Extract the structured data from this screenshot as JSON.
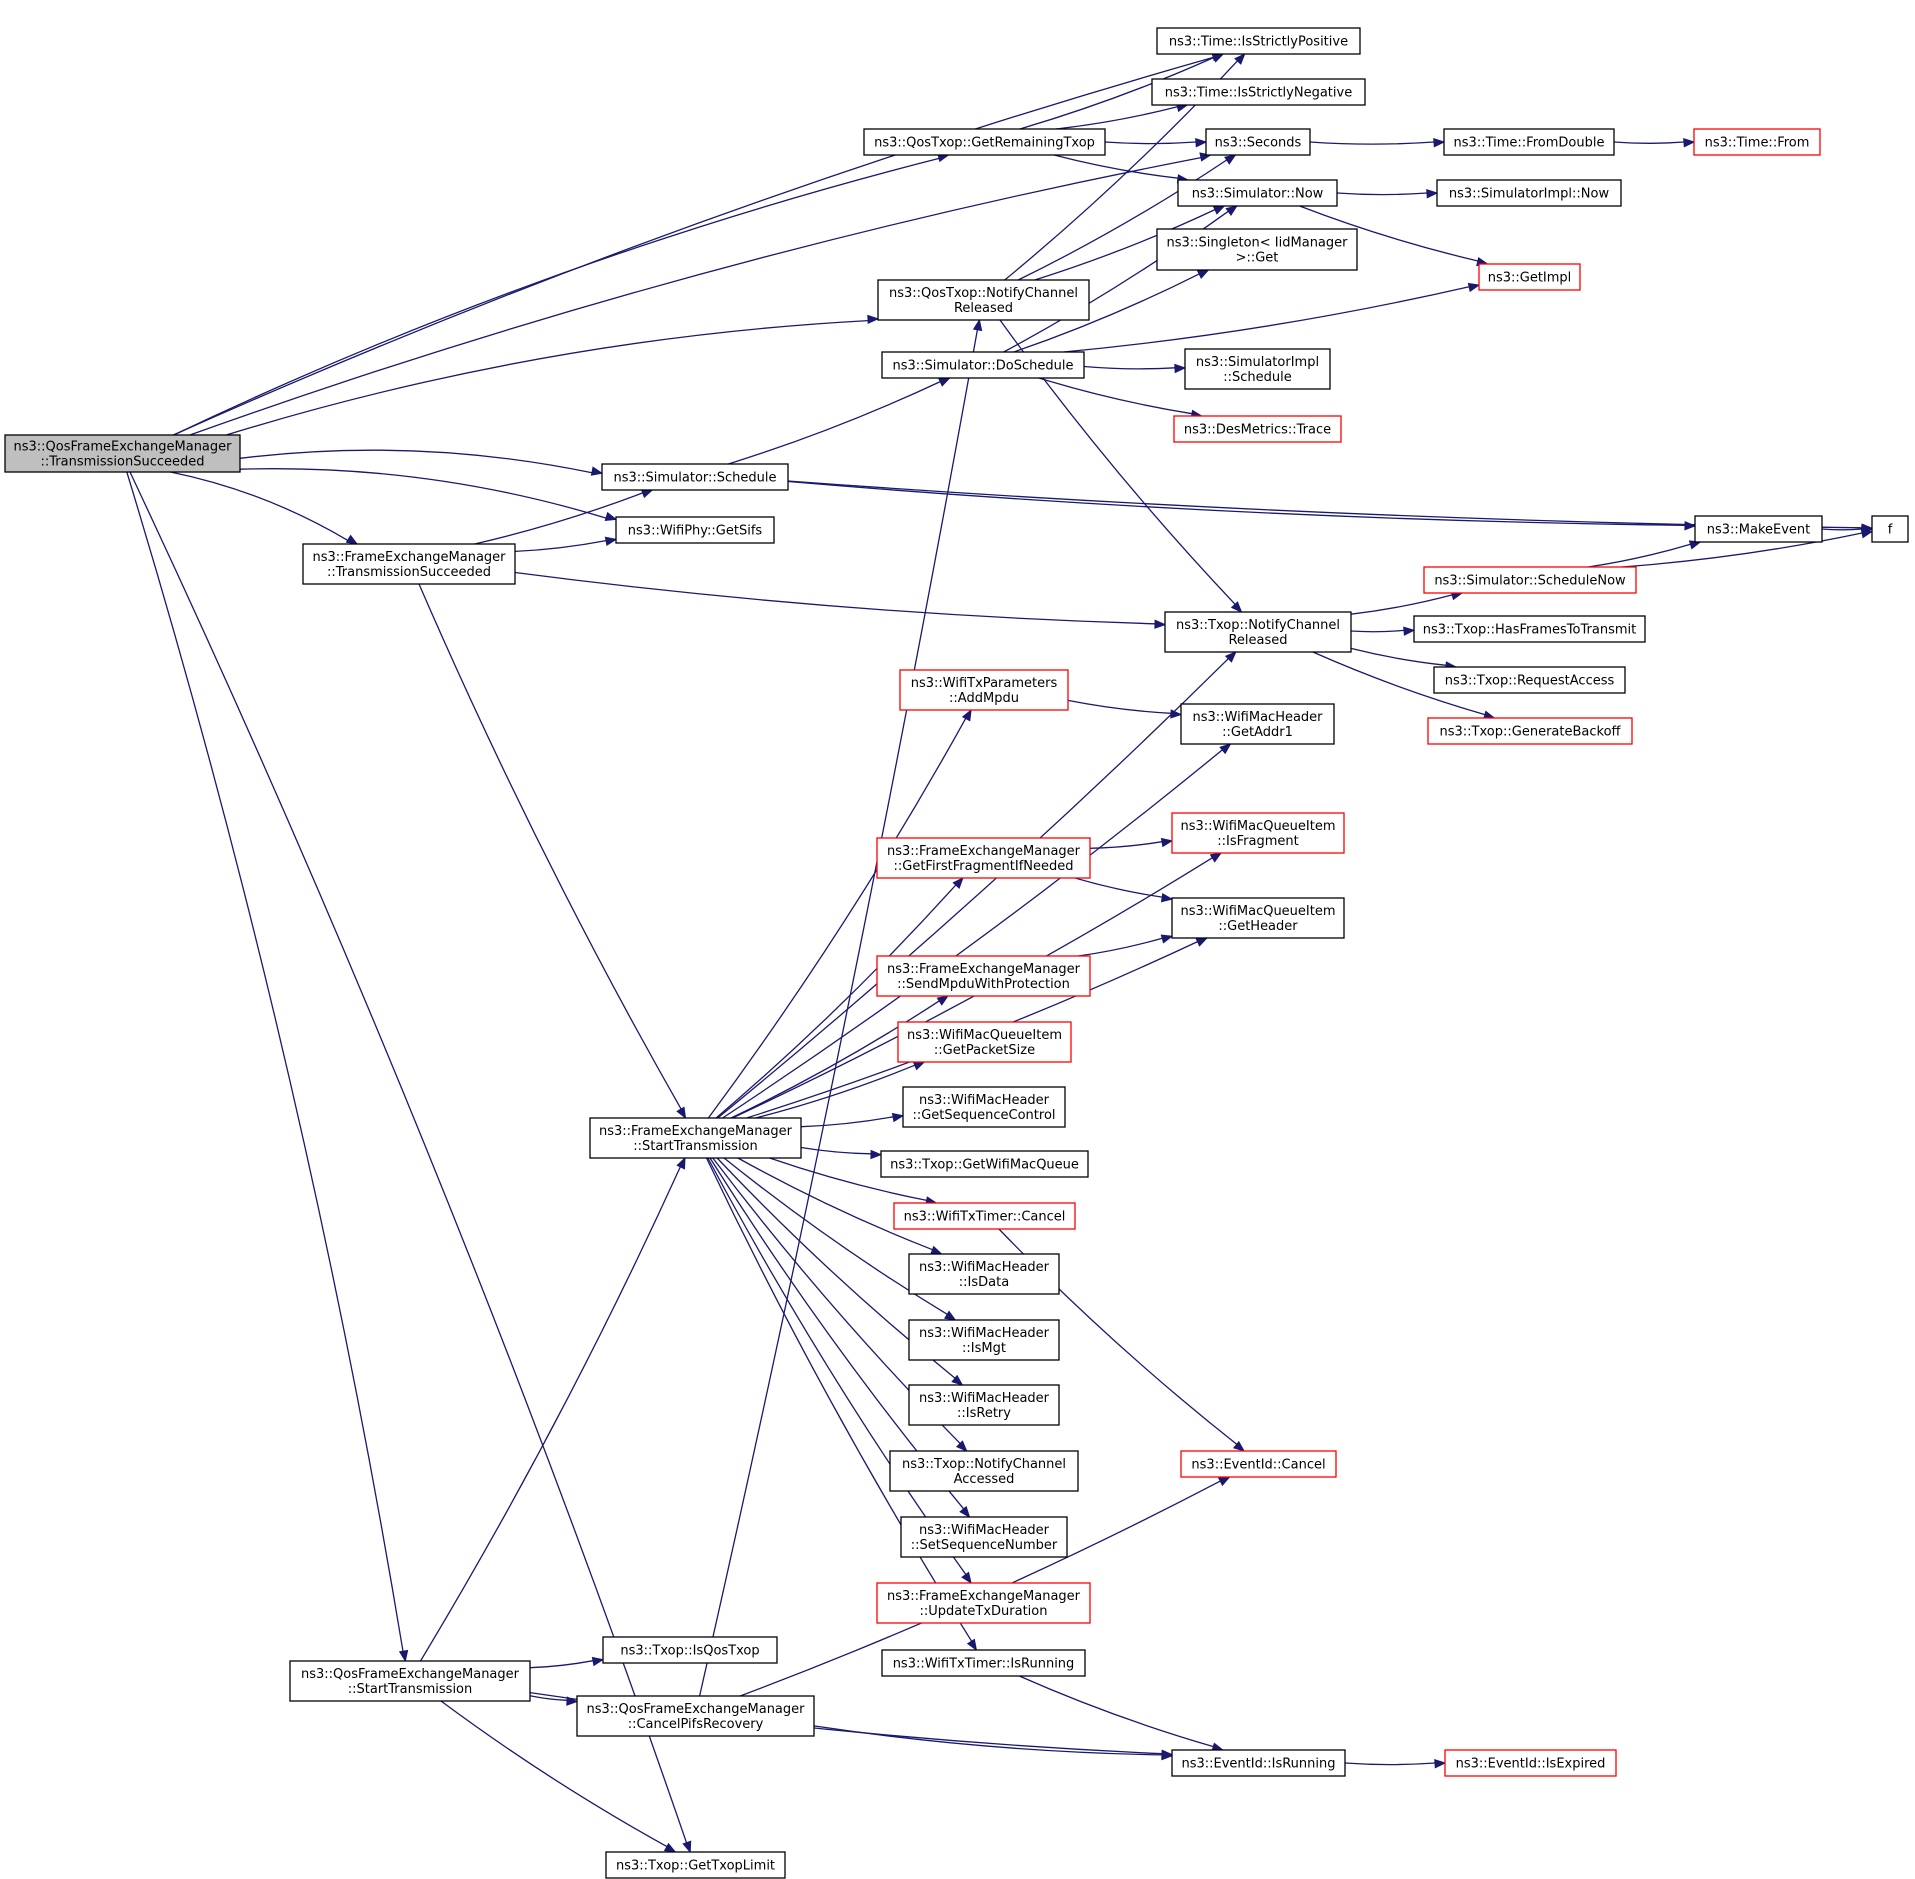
{
  "diagram": {
    "title": "",
    "nodes": [
      {
        "id": "root",
        "lines": [
          "ns3::QosFrameExchangeManager",
          "::TransmissionSucceeded"
        ],
        "style": "root"
      },
      {
        "id": "isStrictlyPositive",
        "lines": [
          "ns3::Time::IsStrictlyPositive"
        ],
        "style": "normal"
      },
      {
        "id": "isStrictlyNegative",
        "lines": [
          "ns3::Time::IsStrictlyNegative"
        ],
        "style": "normal"
      },
      {
        "id": "getRemainingTxop",
        "lines": [
          "ns3::QosTxop::GetRemainingTxop"
        ],
        "style": "normal"
      },
      {
        "id": "seconds",
        "lines": [
          "ns3::Seconds"
        ],
        "style": "normal"
      },
      {
        "id": "fromDouble",
        "lines": [
          "ns3::Time::FromDouble"
        ],
        "style": "normal"
      },
      {
        "id": "timeFrom",
        "lines": [
          "ns3::Time::From"
        ],
        "style": "red"
      },
      {
        "id": "simNow",
        "lines": [
          "ns3::Simulator::Now"
        ],
        "style": "normal"
      },
      {
        "id": "simImplNow",
        "lines": [
          "ns3::SimulatorImpl::Now"
        ],
        "style": "normal"
      },
      {
        "id": "singletonGet",
        "lines": [
          "ns3::Singleton< IidManager",
          " >::Get"
        ],
        "style": "normal"
      },
      {
        "id": "getImpl",
        "lines": [
          "ns3::GetImpl"
        ],
        "style": "red"
      },
      {
        "id": "qosNotifyChRel",
        "lines": [
          "ns3::QosTxop::NotifyChannel",
          "Released"
        ],
        "style": "normal"
      },
      {
        "id": "doSchedule",
        "lines": [
          "ns3::Simulator::DoSchedule"
        ],
        "style": "normal"
      },
      {
        "id": "simImplSchedule",
        "lines": [
          "ns3::SimulatorImpl",
          "::Schedule"
        ],
        "style": "normal"
      },
      {
        "id": "desTrace",
        "lines": [
          "ns3::DesMetrics::Trace"
        ],
        "style": "red"
      },
      {
        "id": "simSchedule",
        "lines": [
          "ns3::Simulator::Schedule"
        ],
        "style": "normal"
      },
      {
        "id": "getSifs",
        "lines": [
          "ns3::WifiPhy::GetSifs"
        ],
        "style": "normal"
      },
      {
        "id": "makeEvent",
        "lines": [
          "ns3::MakeEvent"
        ],
        "style": "normal"
      },
      {
        "id": "f",
        "lines": [
          "f"
        ],
        "style": "normal"
      },
      {
        "id": "femTransSucc",
        "lines": [
          "ns3::FrameExchangeManager",
          "::TransmissionSucceeded"
        ],
        "style": "normal"
      },
      {
        "id": "scheduleNow",
        "lines": [
          "ns3::Simulator::ScheduleNow"
        ],
        "style": "red"
      },
      {
        "id": "txopNotifyChRel",
        "lines": [
          "ns3::Txop::NotifyChannel",
          "Released"
        ],
        "style": "normal"
      },
      {
        "id": "hasFrames",
        "lines": [
          "ns3::Txop::HasFramesToTransmit"
        ],
        "style": "normal"
      },
      {
        "id": "requestAccess",
        "lines": [
          "ns3::Txop::RequestAccess"
        ],
        "style": "normal"
      },
      {
        "id": "genBackoff",
        "lines": [
          "ns3::Txop::GenerateBackoff"
        ],
        "style": "red"
      },
      {
        "id": "addMpdu",
        "lines": [
          "ns3::WifiTxParameters",
          "::AddMpdu"
        ],
        "style": "red"
      },
      {
        "id": "getAddr1",
        "lines": [
          "ns3::WifiMacHeader",
          "::GetAddr1"
        ],
        "style": "normal"
      },
      {
        "id": "isFragment",
        "lines": [
          "ns3::WifiMacQueueItem",
          "::IsFragment"
        ],
        "style": "red"
      },
      {
        "id": "getFirstFrag",
        "lines": [
          "ns3::FrameExchangeManager",
          "::GetFirstFragmentIfNeeded"
        ],
        "style": "red"
      },
      {
        "id": "getHeader",
        "lines": [
          "ns3::WifiMacQueueItem",
          "::GetHeader"
        ],
        "style": "normal"
      },
      {
        "id": "sendMpdu",
        "lines": [
          "ns3::FrameExchangeManager",
          "::SendMpduWithProtection"
        ],
        "style": "red"
      },
      {
        "id": "getPacketSize",
        "lines": [
          "ns3::WifiMacQueueItem",
          "::GetPacketSize"
        ],
        "style": "red"
      },
      {
        "id": "getSeqCtrl",
        "lines": [
          "ns3::WifiMacHeader",
          "::GetSequenceControl"
        ],
        "style": "normal"
      },
      {
        "id": "femStartTx",
        "lines": [
          "ns3::FrameExchangeManager",
          "::StartTransmission"
        ],
        "style": "normal"
      },
      {
        "id": "getWifiMacQueue",
        "lines": [
          "ns3::Txop::GetWifiMacQueue"
        ],
        "style": "normal"
      },
      {
        "id": "txTimerCancel",
        "lines": [
          "ns3::WifiTxTimer::Cancel"
        ],
        "style": "red"
      },
      {
        "id": "isData",
        "lines": [
          "ns3::WifiMacHeader",
          "::IsData"
        ],
        "style": "normal"
      },
      {
        "id": "isMgt",
        "lines": [
          "ns3::WifiMacHeader",
          "::IsMgt"
        ],
        "style": "normal"
      },
      {
        "id": "isRetry",
        "lines": [
          "ns3::WifiMacHeader",
          "::IsRetry"
        ],
        "style": "normal"
      },
      {
        "id": "eventIdCancel",
        "lines": [
          "ns3::EventId::Cancel"
        ],
        "style": "red"
      },
      {
        "id": "notifyChAcc",
        "lines": [
          "ns3::Txop::NotifyChannel",
          "Accessed"
        ],
        "style": "normal"
      },
      {
        "id": "setSeqNum",
        "lines": [
          "ns3::WifiMacHeader",
          "::SetSequenceNumber"
        ],
        "style": "normal"
      },
      {
        "id": "updateTxDur",
        "lines": [
          "ns3::FrameExchangeManager",
          "::UpdateTxDuration"
        ],
        "style": "red"
      },
      {
        "id": "isQosTxop",
        "lines": [
          "ns3::Txop::IsQosTxop"
        ],
        "style": "normal"
      },
      {
        "id": "qfemStartTx",
        "lines": [
          "ns3::QosFrameExchangeManager",
          "::StartTransmission"
        ],
        "style": "normal"
      },
      {
        "id": "txTimerIsRunning",
        "lines": [
          "ns3::WifiTxTimer::IsRunning"
        ],
        "style": "normal"
      },
      {
        "id": "cancelPifs",
        "lines": [
          "ns3::QosFrameExchangeManager",
          "::CancelPifsRecovery"
        ],
        "style": "normal"
      },
      {
        "id": "eventIsRunning",
        "lines": [
          "ns3::EventId::IsRunning"
        ],
        "style": "normal"
      },
      {
        "id": "isExpired",
        "lines": [
          "ns3::EventId::IsExpired"
        ],
        "style": "red"
      },
      {
        "id": "getTxopLimit",
        "lines": [
          "ns3::Txop::GetTxopLimit"
        ],
        "style": "normal"
      }
    ],
    "edges": [
      [
        "root",
        "isStrictlyPositive"
      ],
      [
        "root",
        "getRemainingTxop"
      ],
      [
        "root",
        "seconds"
      ],
      [
        "root",
        "qosNotifyChRel"
      ],
      [
        "root",
        "simSchedule"
      ],
      [
        "root",
        "getSifs"
      ],
      [
        "root",
        "femTransSucc"
      ],
      [
        "root",
        "qfemStartTx"
      ],
      [
        "root",
        "getTxopLimit"
      ],
      [
        "getRemainingTxop",
        "isStrictlyPositive"
      ],
      [
        "getRemainingTxop",
        "isStrictlyNegative"
      ],
      [
        "getRemainingTxop",
        "seconds"
      ],
      [
        "getRemainingTxop",
        "simNow"
      ],
      [
        "seconds",
        "fromDouble"
      ],
      [
        "fromDouble",
        "timeFrom"
      ],
      [
        "simNow",
        "simImplNow"
      ],
      [
        "simNow",
        "getImpl"
      ],
      [
        "qosNotifyChRel",
        "isStrictlyPositive"
      ],
      [
        "qosNotifyChRel",
        "seconds"
      ],
      [
        "qosNotifyChRel",
        "simNow"
      ],
      [
        "qosNotifyChRel",
        "txopNotifyChRel"
      ],
      [
        "doSchedule",
        "simNow"
      ],
      [
        "doSchedule",
        "singletonGet"
      ],
      [
        "doSchedule",
        "getImpl"
      ],
      [
        "doSchedule",
        "simImplSchedule"
      ],
      [
        "doSchedule",
        "desTrace"
      ],
      [
        "simSchedule",
        "doSchedule"
      ],
      [
        "simSchedule",
        "makeEvent"
      ],
      [
        "simSchedule",
        "f"
      ],
      [
        "makeEvent",
        "f"
      ],
      [
        "femTransSucc",
        "simSchedule"
      ],
      [
        "femTransSucc",
        "getSifs"
      ],
      [
        "femTransSucc",
        "txopNotifyChRel"
      ],
      [
        "femTransSucc",
        "femStartTx"
      ],
      [
        "scheduleNow",
        "makeEvent"
      ],
      [
        "scheduleNow",
        "f"
      ],
      [
        "txopNotifyChRel",
        "scheduleNow"
      ],
      [
        "txopNotifyChRel",
        "hasFrames"
      ],
      [
        "txopNotifyChRel",
        "requestAccess"
      ],
      [
        "txopNotifyChRel",
        "genBackoff"
      ],
      [
        "addMpdu",
        "getAddr1"
      ],
      [
        "getFirstFrag",
        "isFragment"
      ],
      [
        "getFirstFrag",
        "getHeader"
      ],
      [
        "sendMpdu",
        "getHeader"
      ],
      [
        "femStartTx",
        "txopNotifyChRel"
      ],
      [
        "femStartTx",
        "addMpdu"
      ],
      [
        "femStartTx",
        "getAddr1"
      ],
      [
        "femStartTx",
        "isFragment"
      ],
      [
        "femStartTx",
        "getFirstFrag"
      ],
      [
        "femStartTx",
        "getHeader"
      ],
      [
        "femStartTx",
        "sendMpdu"
      ],
      [
        "femStartTx",
        "getPacketSize"
      ],
      [
        "femStartTx",
        "getSeqCtrl"
      ],
      [
        "femStartTx",
        "getWifiMacQueue"
      ],
      [
        "femStartTx",
        "txTimerCancel"
      ],
      [
        "femStartTx",
        "isData"
      ],
      [
        "femStartTx",
        "isMgt"
      ],
      [
        "femStartTx",
        "isRetry"
      ],
      [
        "femStartTx",
        "notifyChAcc"
      ],
      [
        "femStartTx",
        "setSeqNum"
      ],
      [
        "femStartTx",
        "updateTxDur"
      ],
      [
        "femStartTx",
        "txTimerIsRunning"
      ],
      [
        "txTimerCancel",
        "eventIdCancel"
      ],
      [
        "qfemStartTx",
        "femStartTx"
      ],
      [
        "qfemStartTx",
        "isQosTxop"
      ],
      [
        "qfemStartTx",
        "cancelPifs"
      ],
      [
        "qfemStartTx",
        "eventIsRunning"
      ],
      [
        "qfemStartTx",
        "getTxopLimit"
      ],
      [
        "cancelPifs",
        "qosNotifyChRel"
      ],
      [
        "cancelPifs",
        "eventIdCancel"
      ],
      [
        "cancelPifs",
        "eventIsRunning"
      ],
      [
        "txTimerIsRunning",
        "eventIsRunning"
      ],
      [
        "eventIsRunning",
        "isExpired"
      ]
    ],
    "colors": {
      "edge": "#191970",
      "normal_border": "#000000",
      "red_border": "#ff0000",
      "root_fill": "#bfbfbf",
      "fill": "#ffffff"
    }
  }
}
